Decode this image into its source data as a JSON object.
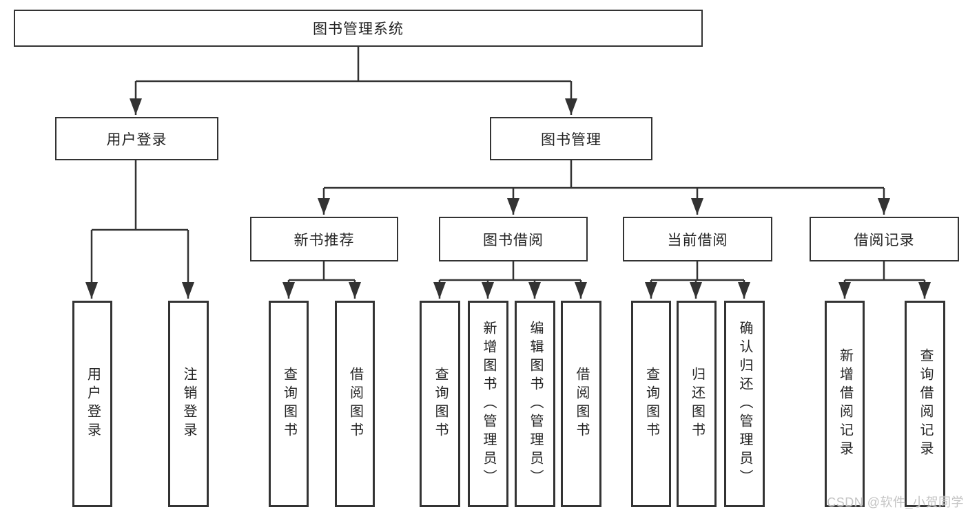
{
  "tree": {
    "root": {
      "label": "图书管理系统"
    },
    "children": [
      {
        "label": "用户登录",
        "children": [
          {
            "label": "用户登录"
          },
          {
            "label": "注销登录"
          }
        ]
      },
      {
        "label": "图书管理",
        "children": [
          {
            "label": "新书推荐",
            "children": [
              {
                "label": "查询图书"
              },
              {
                "label": "借阅图书"
              }
            ]
          },
          {
            "label": "图书借阅",
            "children": [
              {
                "label": "查询图书"
              },
              {
                "label": "新增图书（管理员）"
              },
              {
                "label": "编辑图书（管理员）"
              },
              {
                "label": "借阅图书"
              }
            ]
          },
          {
            "label": "当前借阅",
            "children": [
              {
                "label": "查询图书"
              },
              {
                "label": "归还图书"
              },
              {
                "label": "确认归还（管理员）"
              }
            ]
          },
          {
            "label": "借阅记录",
            "children": [
              {
                "label": "新增借阅记录"
              },
              {
                "label": "查询借阅记录"
              }
            ]
          }
        ]
      }
    ]
  },
  "watermark": {
    "text": "CSDN @软件_小贺同学"
  },
  "colors": {
    "line": "#333333",
    "border": "#333333",
    "text": "#252525",
    "background": "#ffffff",
    "watermark": "#c4c4c4"
  }
}
